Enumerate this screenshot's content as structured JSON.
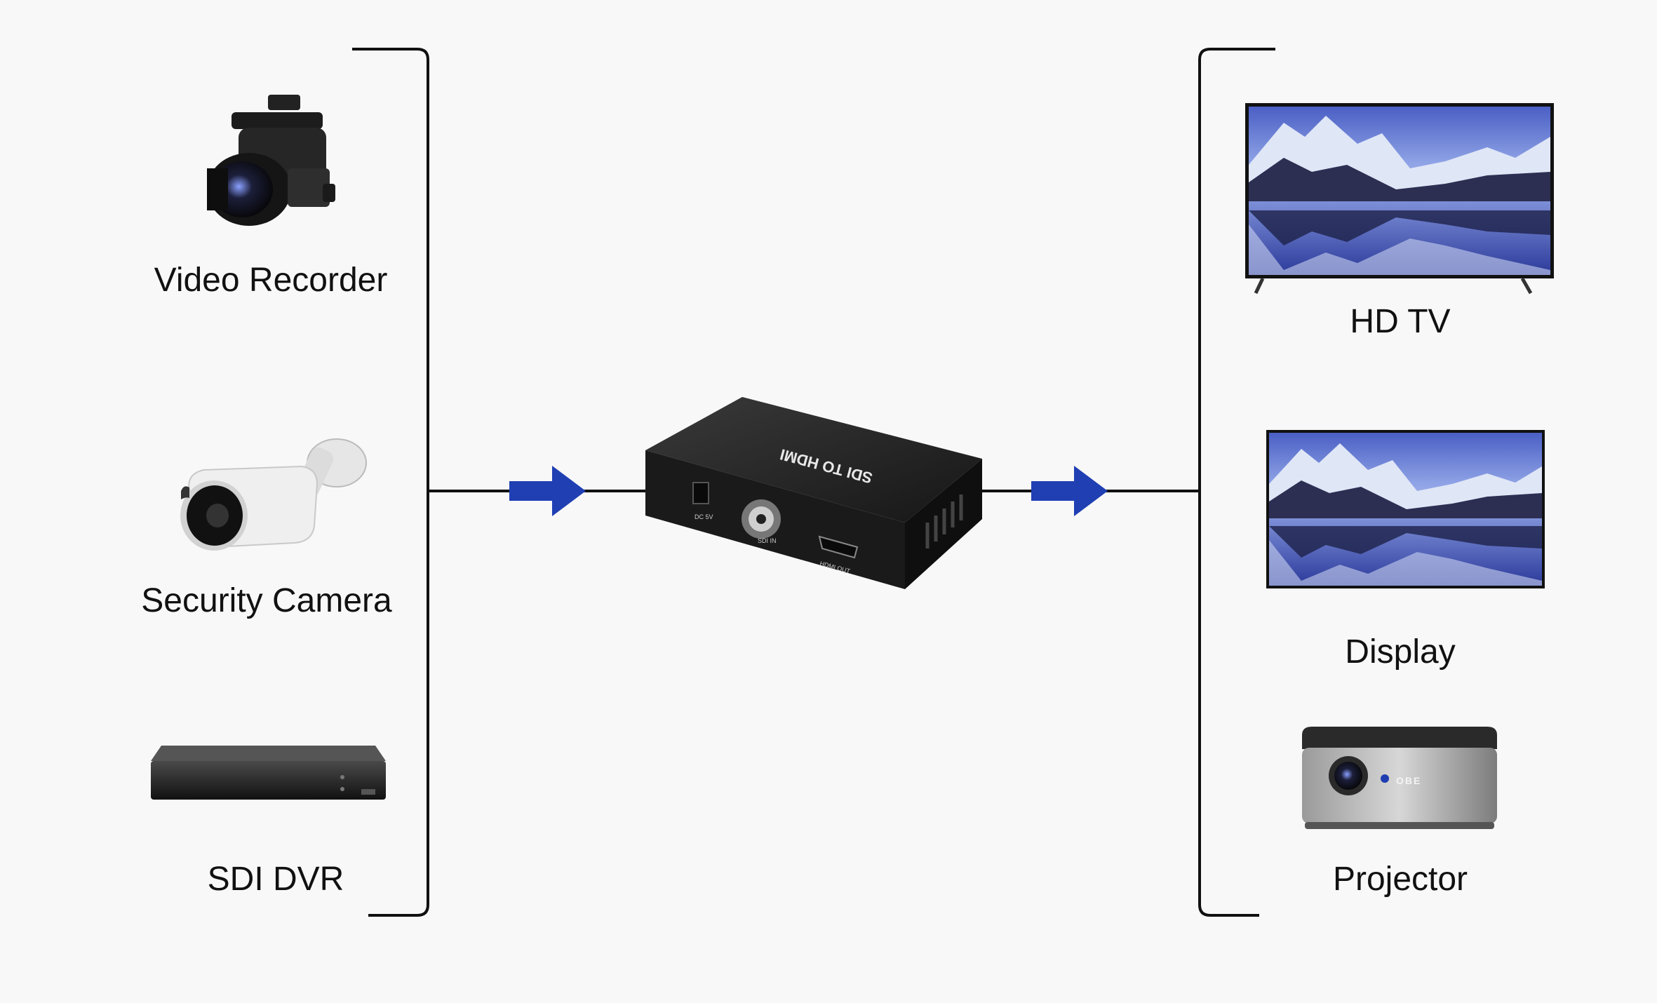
{
  "diagram": {
    "title": "",
    "device_label": "SDI TO HDMI",
    "device_ports": {
      "power": "DC 5V",
      "input": "SDI IN",
      "output": "HDMI OUT"
    },
    "projector_brand": "OBE",
    "sources": [
      {
        "label": "Video Recorder",
        "icon": "video-recorder-icon"
      },
      {
        "label": "Security Camera",
        "icon": "security-camera-icon"
      },
      {
        "label": "SDI DVR",
        "icon": "sdi-dvr-icon"
      }
    ],
    "outputs": [
      {
        "label": "HD TV",
        "icon": "hd-tv-icon"
      },
      {
        "label": "Display",
        "icon": "display-icon"
      },
      {
        "label": "Projector",
        "icon": "projector-icon"
      }
    ],
    "colors": {
      "arrow": "#1f3fb3",
      "line": "#111111",
      "device": "#222222",
      "background": "#f8f8f8"
    }
  }
}
